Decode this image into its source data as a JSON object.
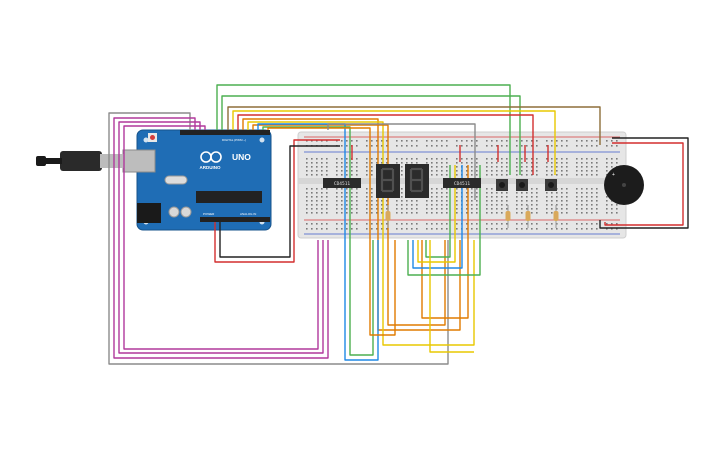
{
  "board": {
    "brand": "ARDUINO",
    "model": "UNO",
    "header_label_digital": "DIGITAL (PWM ~)",
    "header_label_power": "POWER",
    "header_label_analog": "ANALOG IN",
    "colors": {
      "pcb": "#1f6db5",
      "pcb_dark": "#17538b",
      "header": "#222222"
    }
  },
  "breadboard": {
    "colors": {
      "body": "#e6e6e6",
      "hole": "#7a7a7a",
      "rail_red": "#d43c3c",
      "rail_blue": "#3c58c8"
    }
  },
  "ic_left": {
    "label": "CD4511"
  },
  "ic_right": {
    "label": "CD4511"
  },
  "display_digits": {
    "count": 2,
    "segment_color": "#505050",
    "body_color": "#2b2b2b"
  },
  "wire_colors": {
    "green": "#4caf50",
    "orange": "#e07b00",
    "yellow": "#e8c800",
    "blue": "#1e88e5",
    "red": "#d32f2f",
    "black": "#222222",
    "gray": "#8c8c8c",
    "magenta": "#b0389c",
    "brown": "#8d6e3a"
  },
  "buzzer": {
    "color": "#1c1c1c"
  }
}
